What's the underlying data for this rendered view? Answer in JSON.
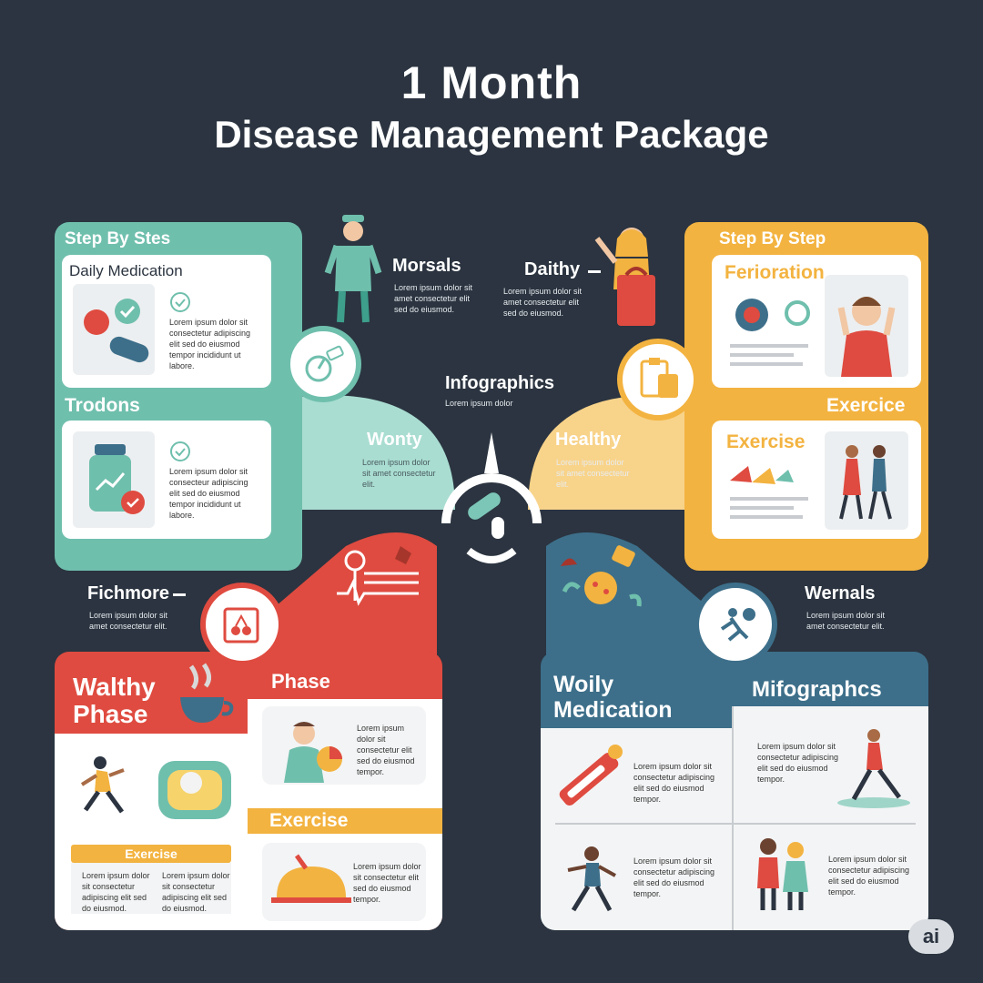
{
  "title": {
    "line1": "1 Month",
    "line2": "Disease Management Package"
  },
  "top_left": {
    "header": "Step By Stes",
    "card1_title": "Daily Medication",
    "card1_text": "Lorem ipsum dolor sit consectetur adipiscing elit sed do eiusmod tempor incididunt ut labore.",
    "section2": "Trodons",
    "card2_text": "Lorem ipsum dolor sit consecteur adipiscing elit sed do eiusmod tempor incididunt ut labore."
  },
  "top_right": {
    "header": "Step By Step",
    "card1_title": "Ferioration",
    "section2": "Exercice",
    "card2_title": "Exercise"
  },
  "bottom_left": {
    "header": "Walthy Phase",
    "col2_header": "Phase",
    "col2_text1": "Lorem ipsum dolor sit consectetur elit sed do eiusmod tempor.",
    "col2_section": "Exercise",
    "col2_text2": "Lorem ipsum dolor sit consectetur elit sed do eiusmod tempor.",
    "exercise_bar": "Exercise",
    "col1_text_a": "Lorem ipsum dolor sit consectetur adipiscing elit sed do eiusmod.",
    "col1_text_b": "Lorem ipsum dolor sit consectetur adipiscing elit sed do eiusmod."
  },
  "bottom_right": {
    "header": "Woily Medication",
    "col2_header": "Mifographcs",
    "text1": "Lorem ipsum dolor sit consectetur adipiscing elit sed do eiusmod tempor.",
    "text2": "Lorem ipsum dolor sit consectetur adipiscing elit sed do eiusmod tempor.",
    "text3": "Lorem ipsum dolor sit consectetur adipiscing elit sed do eiusmod tempor.",
    "text4": "Lorem ipsum dolor sit consectetur adipiscing elit sed do eiusmod tempor."
  },
  "labels": {
    "morsals": "Morsals",
    "morsals_text": "Lorem ipsum dolor sit amet consectetur elit sed do eiusmod.",
    "daithy": "Daithy",
    "daithy_text": "Lorem ipsum dolor sit amet consectetur elit sed do eiusmod.",
    "infographics": "Infographics",
    "infographics_sub": "Lorem ipsum dolor",
    "wonty": "Wonty",
    "wonty_text": "Lorem ipsum dolor sit amet consectetur elit.",
    "healthy": "Healthy",
    "healthy_text": "Lorem ipsum dolor sit amet consectetur elit.",
    "fichmore": "Fichmore",
    "fichmore_text": "Lorem ipsum dolor sit amet consectetur elit.",
    "wernals": "Wernals",
    "wernals_text": "Lorem ipsum dolor sit amet consectetur elit."
  },
  "badge": "ai",
  "colors": {
    "bg": "#2b3440",
    "teal": "#6fbfad",
    "orange": "#f3b340",
    "red": "#df4b40",
    "blue": "#3d6f8a"
  }
}
